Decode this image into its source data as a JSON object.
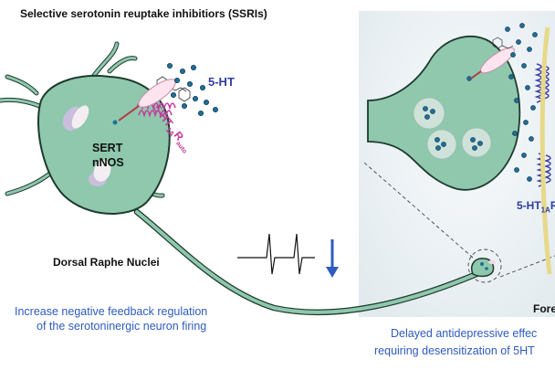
{
  "labels": {
    "title": "Selective serotonin reuptake inhibitiors (SSRIs)",
    "neurotransmitter": "5-HT",
    "autoreceptor": "5-HT",
    "autoreceptor_sub": "1A",
    "autoreceptor_r": "R",
    "autoreceptor_suffix": "auto",
    "sert": "SERT",
    "nnos": "nNOS",
    "nucleus": "Dorsal Raphe Nuclei",
    "left_effect_line1": "Increase negative feedback regulation",
    "left_effect_line2": "of the serotoninergic neuron firing",
    "forebrain": "Fore",
    "right_receptor": "5-HT",
    "right_receptor_sub": "1A",
    "right_receptor_r": "R",
    "right_effect_line1": "Delayed antidepressive effec",
    "right_effect_line2": "requiring desensitization of 5HT"
  },
  "colors": {
    "neuron_fill": "#8fc8ad",
    "neuron_stroke": "#1e3b2e",
    "dot_fill": "#1f6f99",
    "receptor": "#c43c9c",
    "receptor_blue": "#3d3fa8",
    "arrow_blue": "#2e5bbf",
    "panel_bg": "#eef3f6"
  },
  "icons": {
    "ssri_molecule": "ssri-molecule-icon",
    "syringe": "syringe-icon",
    "firing_trace": "action-potential-trace-icon",
    "down_arrow": "decrease-arrow-icon"
  }
}
